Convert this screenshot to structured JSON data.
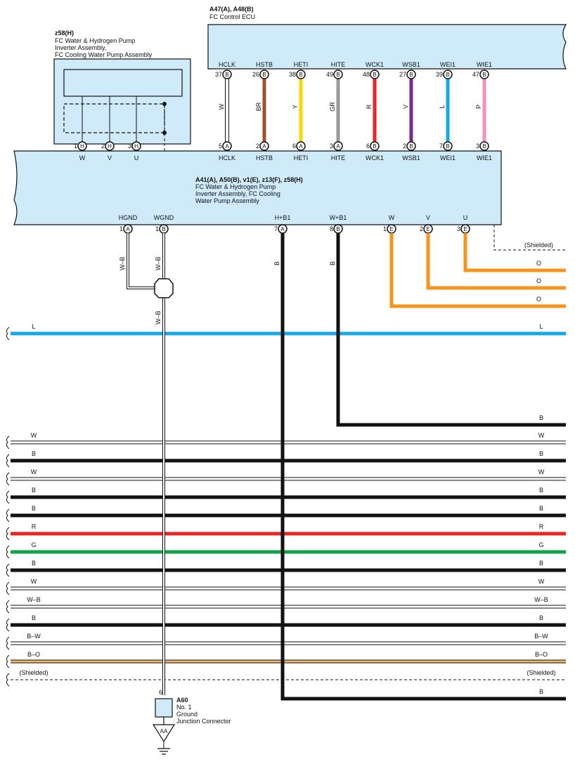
{
  "ecu": {
    "ids": "A47(A), A48(B)",
    "name": "FC Control ECU",
    "pins": [
      {
        "name": "HCLK",
        "num": "37",
        "conn": "B",
        "color": "W",
        "hex": "#ffffff"
      },
      {
        "name": "HSTB",
        "num": "26",
        "conn": "B",
        "color": "BR",
        "hex": "#a0522d"
      },
      {
        "name": "HETI",
        "num": "38",
        "conn": "B",
        "color": "Y",
        "hex": "#ffd700"
      },
      {
        "name": "HITE",
        "num": "49",
        "conn": "B",
        "color": "GR",
        "hex": "#999999"
      },
      {
        "name": "WCK1",
        "num": "48",
        "conn": "B",
        "color": "R",
        "hex": "#ee2222"
      },
      {
        "name": "WSB1",
        "num": "27",
        "conn": "B",
        "color": "V",
        "hex": "#7a2a8c"
      },
      {
        "name": "WEI1",
        "num": "39",
        "conn": "B",
        "color": "L",
        "hex": "#1aa7e6"
      },
      {
        "name": "WIE1",
        "num": "47",
        "conn": "B",
        "color": "P",
        "hex": "#f28fc0"
      }
    ]
  },
  "inverter_top": {
    "ids": "A41(A), A50(B), v1(E), z13(F), z58(H)",
    "name_lines": [
      "FC Water & Hydrogen Pump",
      "Inverter Assembly, FC Cooling",
      "Water Pump Assembly"
    ],
    "top_pins": [
      {
        "name": "HCLK",
        "num": "5",
        "conn": "A"
      },
      {
        "name": "HSTB",
        "num": "2",
        "conn": "A"
      },
      {
        "name": "HETI",
        "num": "6",
        "conn": "A"
      },
      {
        "name": "HITE",
        "num": "3",
        "conn": "A"
      },
      {
        "name": "WCK1",
        "num": "6",
        "conn": "B"
      },
      {
        "name": "WSB1",
        "num": "2",
        "conn": "B"
      },
      {
        "name": "WEI1",
        "num": "7",
        "conn": "B"
      },
      {
        "name": "WIE1",
        "num": "3",
        "conn": "B"
      }
    ],
    "bottom_pins": [
      {
        "name": "HGND",
        "num": "1",
        "conn": "A"
      },
      {
        "name": "WGND",
        "num": "1",
        "conn": "B"
      },
      {
        "name": "H+B1",
        "num": "7",
        "conn": "A"
      },
      {
        "name": "W+B1",
        "num": "8",
        "conn": "B"
      },
      {
        "name": "W",
        "num": "1",
        "conn": "E"
      },
      {
        "name": "V",
        "num": "2",
        "conn": "E"
      },
      {
        "name": "U",
        "num": "3",
        "conn": "E"
      }
    ]
  },
  "pump": {
    "id": "z58(H)",
    "name_lines": [
      "FC Water & Hydrogen Pump",
      "Inverter Assembly,",
      "FC Cooling Water Pump Assembly"
    ],
    "pins": [
      {
        "name": "W",
        "num": "1",
        "conn": "H"
      },
      {
        "name": "V",
        "num": "2",
        "conn": "H"
      },
      {
        "name": "U",
        "num": "3",
        "conn": "H"
      }
    ]
  },
  "ground_wires": {
    "hgnd_color": "W–B",
    "wgnd_color": "W–B",
    "trunk_color": "W–B"
  },
  "power_wires": {
    "h_color": "B",
    "w_color": "B"
  },
  "motor_wires": {
    "u": "O",
    "v": "O",
    "w": "O"
  },
  "shielded_label": "(Shielded)",
  "buses": [
    {
      "label": "L",
      "hex": "#1aa7e6"
    },
    {
      "label": "B",
      "hex": "#111111"
    },
    {
      "label": "W",
      "hex": "#ffffff"
    },
    {
      "label": "B",
      "hex": "#111111"
    },
    {
      "label": "W",
      "hex": "#ffffff"
    },
    {
      "label": "B",
      "hex": "#111111"
    },
    {
      "label": "B",
      "hex": "#111111"
    },
    {
      "label": "R",
      "hex": "#ee2222"
    },
    {
      "label": "G",
      "hex": "#12a04a"
    },
    {
      "label": "B",
      "hex": "#111111"
    },
    {
      "label": "W",
      "hex": "#ffffff"
    },
    {
      "label": "W–B",
      "hex": "#ffffff"
    },
    {
      "label": "B",
      "hex": "#111111"
    },
    {
      "label": "B–W",
      "hex": "#ffffff"
    },
    {
      "label": "B–O",
      "hex": "#f0b870"
    },
    {
      "label": "(Shielded)",
      "hex": "#dashed"
    },
    {
      "label": "B",
      "hex": "#111111"
    }
  ],
  "ground_junction": {
    "pin": "6",
    "id": "A60",
    "name_lines": [
      "No. 1",
      "Ground",
      "Junction Connector"
    ],
    "tag": "AA"
  }
}
